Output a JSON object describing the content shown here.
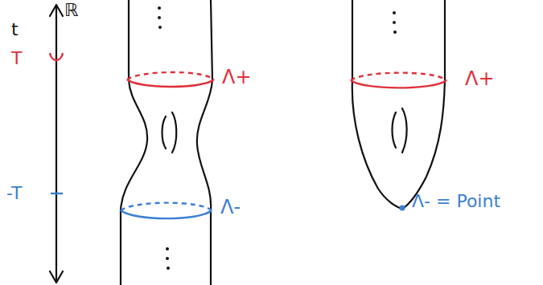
{
  "diagram": {
    "labels": [
      "ℝ",
      "t",
      "T",
      "-T",
      "Λ+",
      "Λ-",
      "Λ+",
      "Λ- = Point"
    ]
  }
}
